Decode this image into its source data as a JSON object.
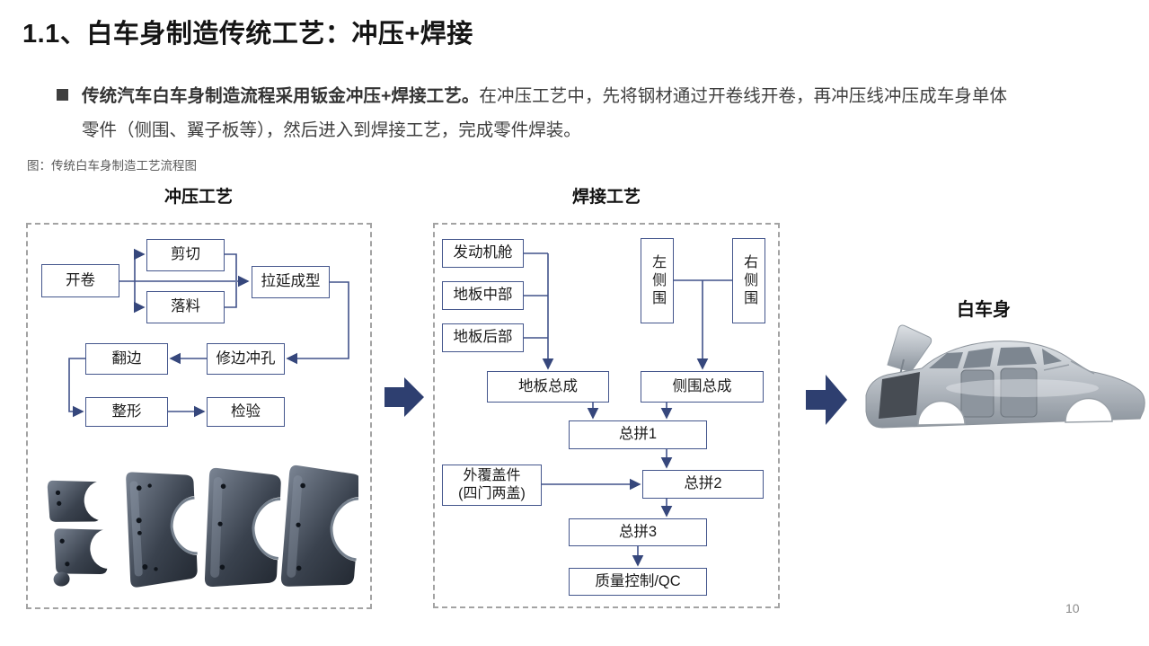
{
  "page": {
    "title": "1.1、白车身制造传统工艺：冲压+焊接",
    "page_number": "10"
  },
  "intro": {
    "bullet_lead": "传统汽车白车身制造流程采用钣金冲压+焊接工艺。",
    "bullet_body": "在冲压工艺中，先将钢材通过开卷线开卷，再冲压线冲压成车身单体零件（侧围、翼子板等），然后进入到焊接工艺，完成零件焊装。",
    "figure_caption": "图：传统白车身制造工艺流程图"
  },
  "diagram": {
    "stamping": {
      "title": "冲压工艺",
      "nodes": {
        "uncoiling": "开卷",
        "shearing": "剪切",
        "blanking": "落料",
        "draw_forming": "拉延成型",
        "flanging": "翻边",
        "trim_pierce": "修边冲孔",
        "restrike": "整形",
        "inspection": "检验"
      }
    },
    "welding": {
      "title": "焊接工艺",
      "nodes": {
        "engine_bay": "发动机舱",
        "floor_mid": "地板中部",
        "floor_rear": "地板后部",
        "left_side": "左侧围",
        "right_side": "右侧围",
        "floor_assembly": "地板总成",
        "side_assembly": "侧围总成",
        "main_assembly_1": "总拼1",
        "outer_panels_line1": "外覆盖件",
        "outer_panels_line2": "(四门两盖)",
        "main_assembly_2": "总拼2",
        "main_assembly_3": "总拼3",
        "qc": "质量控制/QC"
      }
    },
    "result_label": "白车身"
  },
  "colors": {
    "accent_navy": "#2E3F70",
    "box_border": "#44568C",
    "dashed_border": "#A3A3A3"
  }
}
